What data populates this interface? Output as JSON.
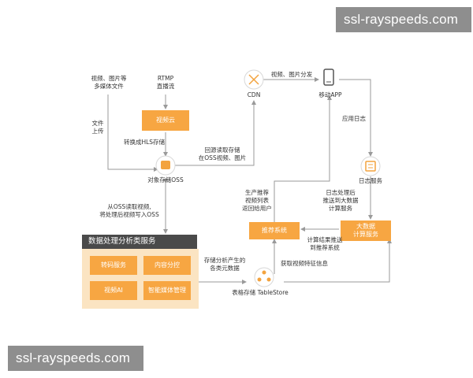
{
  "watermark": {
    "top": "ssl-rayspeeds.com",
    "bottom": "ssl-rayspeeds.com"
  },
  "colors": {
    "accent": "#f7a642",
    "panel_bg": "#fbe4c2",
    "line": "#9a9a9a",
    "dark": "#4a4a4a"
  },
  "nodes": {
    "media_files": [
      "视频、图片等",
      "多媒体文件"
    ],
    "rtmp": [
      "RTMP",
      "直播流"
    ],
    "video_cloud": "视频云",
    "oss": "对象存储OSS",
    "cdn": "CDN",
    "mobile_app": "移动APP",
    "log_service": "日志服务",
    "recommend": "推荐系统",
    "bigdata": [
      "大数据",
      "计算服务"
    ],
    "tablestore": "表格存储 TableStore",
    "panel_title": "数据处理分析类服务",
    "services": [
      "转码服务",
      "内容分控",
      "视频AI",
      "智能媒体管理"
    ]
  },
  "edges": {
    "upload": [
      "文件",
      "上传"
    ],
    "hls": "转换成HLS存储",
    "back_source": [
      "回源读取存储",
      "在OSS视频、图片"
    ],
    "distribute": "视频、图片分发",
    "app_log": "应用日志",
    "read_write": [
      "从OSS读取视频,",
      "将处理后视频写入OSS"
    ],
    "recommend_return": [
      "生产推荐",
      "视频列表",
      "返回给用户"
    ],
    "log_process": [
      "日志处理后",
      "推送到大数据",
      "计算服务"
    ],
    "compute_push": [
      "计算结果推送",
      "到推荐系统"
    ],
    "store_meta": [
      "存储分析产生的",
      "各类元数据"
    ],
    "get_features": "获取视频特征信息"
  }
}
